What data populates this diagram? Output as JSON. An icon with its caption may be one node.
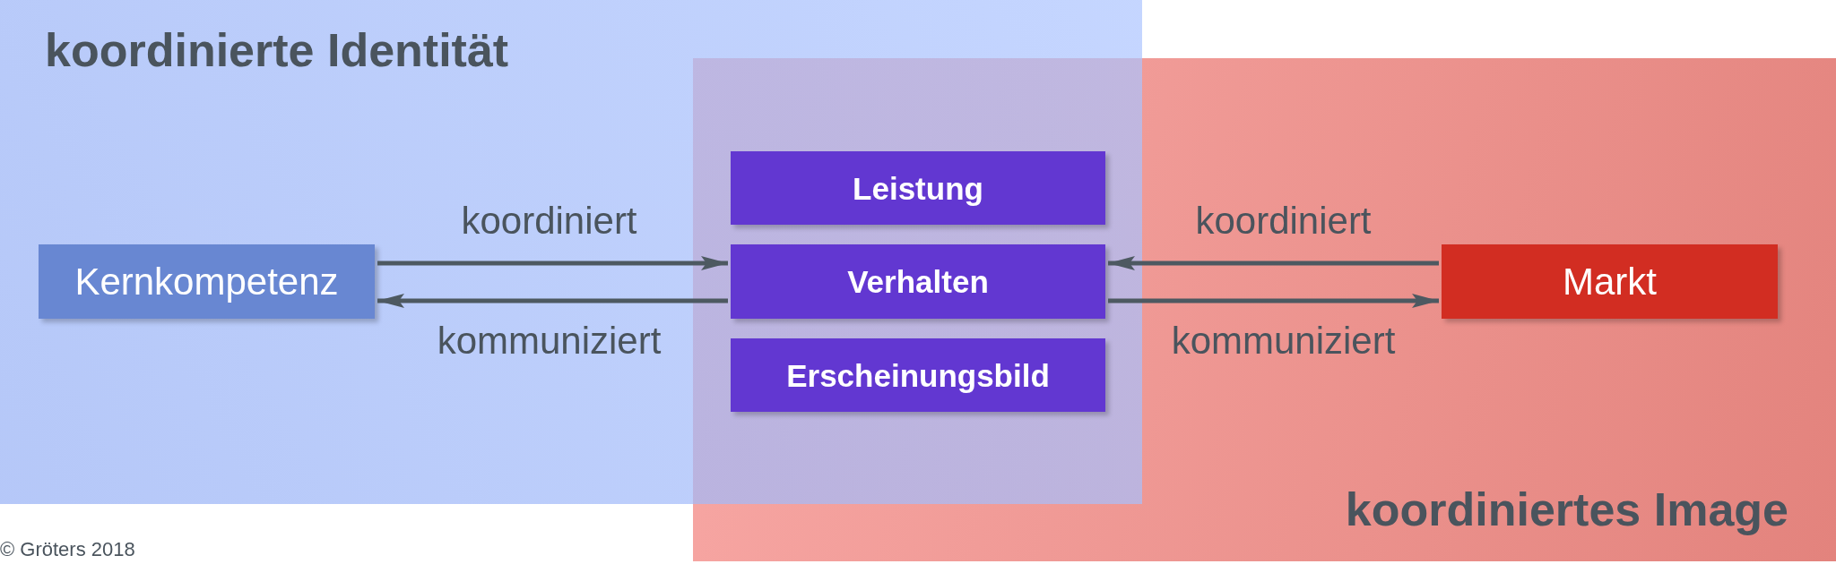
{
  "diagram": {
    "nodes": [
      {
        "text": [
          "koordinierte Identität"
        ]
      },
      {
        "text": [
          "koordiniertes Image"
        ]
      },
      {
        "text": [
          "Kernkompetenz"
        ],
        "in": 0
      },
      {
        "text": [
          "Leistung"
        ]
      },
      {
        "text": [
          "Verhalten"
        ]
      },
      {
        "text": [
          "Erscheinungsbild"
        ]
      },
      {
        "text": [
          "Markt"
        ],
        "in": 1
      }
    ],
    "edges": [
      {
        "from": 2,
        "to": 4,
        "arrow": "to",
        "label": "koordiniert"
      },
      {
        "from": 4,
        "to": 2,
        "arrow": "to",
        "label": "kommuniziert"
      },
      {
        "from": 6,
        "to": 4,
        "arrow": "to",
        "label": "koordiniert"
      },
      {
        "from": 4,
        "to": 6,
        "arrow": "to",
        "label": "kommuniziert"
      }
    ],
    "labels": [
      "© Gröters 2018"
    ]
  }
}
